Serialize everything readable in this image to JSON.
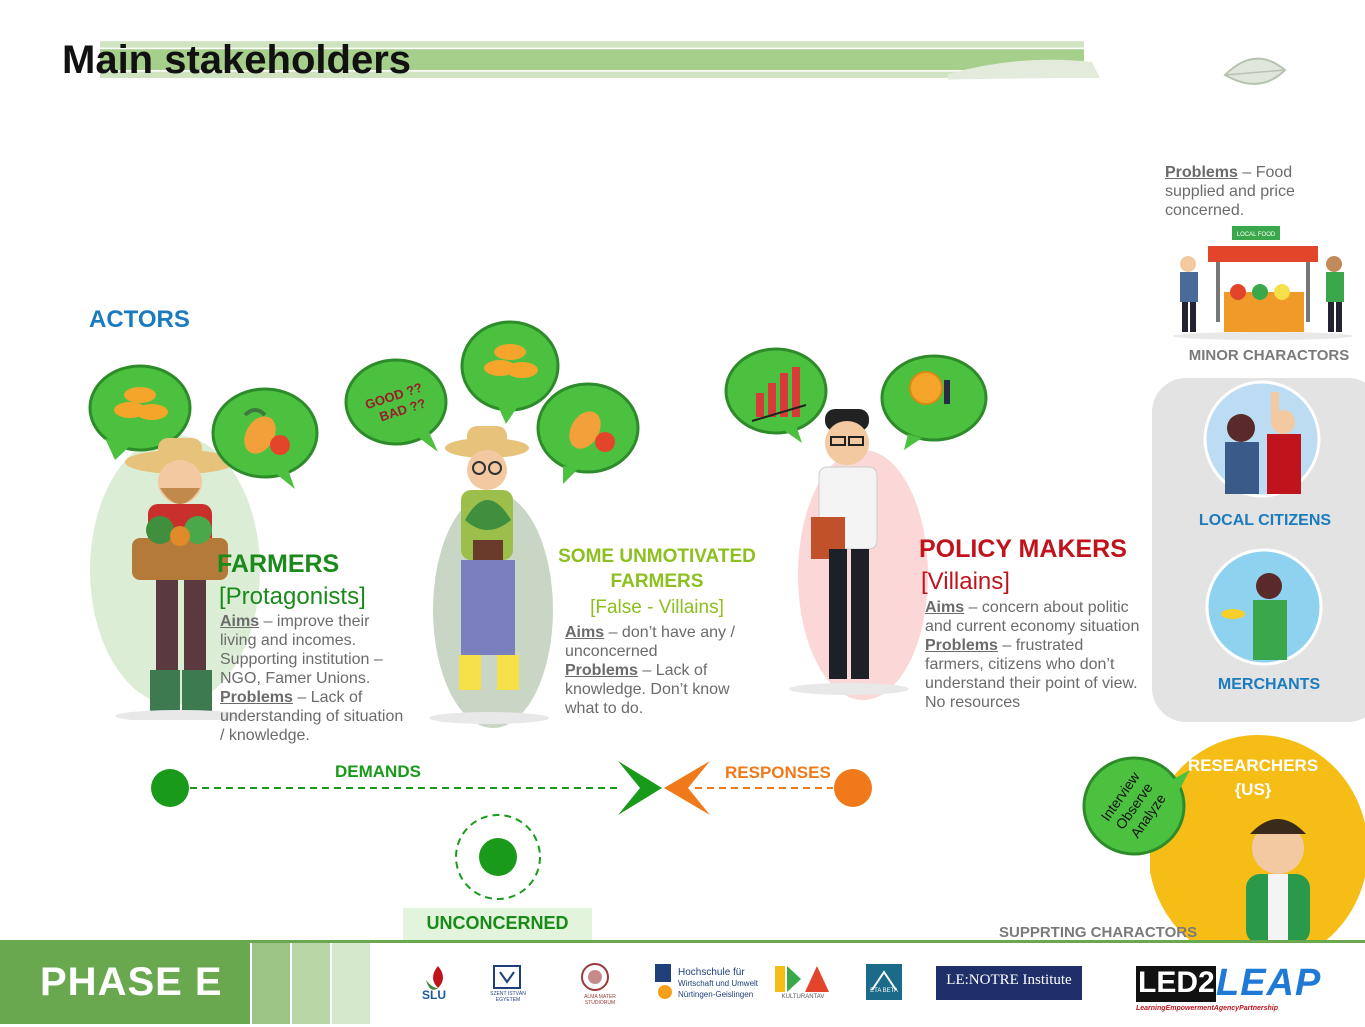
{
  "title": "Main stakeholders",
  "actors_label": "ACTORS",
  "farmers": {
    "heading": "FARMERS",
    "role": "[Protagonists]",
    "aims_label": "Aims",
    "aims_text": " – improve their living and incomes. Supporting institution – NGO, Famer Unions.",
    "problems_label": "Problems",
    "problems_text": " – Lack of understanding of situation / knowledge."
  },
  "unmotivated": {
    "heading_line1": "SOME UNMOTIVATED",
    "heading_line2": "FARMERS",
    "role": "[False - Villains]",
    "bubble_text_line1": "GOOD ??",
    "bubble_text_line2": "BAD ??",
    "aims_label": "Aims",
    "aims_text": " – don’t have any / unconcerned",
    "problems_label": "Problems",
    "problems_text": " – Lack of knowledge. Don’t know what to do."
  },
  "policy": {
    "heading": "POLICY MAKERS",
    "role": "[Villains]",
    "aims_label": "Aims",
    "aims_text": " – concern about politic and current economy situation",
    "problems_label": "Problems",
    "problems_text": " – frustrated farmers, citizens who don’t understand their point of view. No resources"
  },
  "flow": {
    "demands": "DEMANDS",
    "responses": "RESPONSES",
    "unconcerned": "UNCONCERNED"
  },
  "minor": {
    "problems_label": "Problems",
    "problems_text": " – Food supplied and price concerned.",
    "market_sign": "LOCAL FOOD",
    "label": "MINOR CHARACTORS",
    "local_citizens": "LOCAL CITIZENS",
    "merchants": "MERCHANTS"
  },
  "researchers": {
    "heading_line1": "RESEARCHERS",
    "heading_line2": "{US}",
    "bubble_line1": "Interview",
    "bubble_line2": "Observe",
    "bubble_line3": "Analyze",
    "supporting_label": "SUPPRTING CHARACTORS"
  },
  "footer": {
    "phase": "PHASE  E",
    "logos": {
      "slu": "SLU",
      "szent": "SZENT ISTVÁN EGYETEM",
      "alma": "ALMA MATER STUDIORUM",
      "hfwu_line1": "Hochschule für",
      "hfwu_line2": "Wirtschaft und Umwelt",
      "hfwu_line3": "Nürtingen-Geislingen",
      "kultur": "KULTURANTAV",
      "etabeta": "ETA BETA",
      "lenotre": "LE:NOTRE Institute",
      "led2": "LED2",
      "leap": "LEAP",
      "led2_sub": "LearningEmpowermentAgencyPartnership"
    }
  },
  "colors": {
    "green": "#4cc13f",
    "dark_green": "#1a8a1a",
    "orange": "#f07a1a",
    "blue": "#1a7bbf",
    "red": "#c0141c",
    "yellow": "#f6bd16",
    "phase_green": "#6aa84f"
  }
}
